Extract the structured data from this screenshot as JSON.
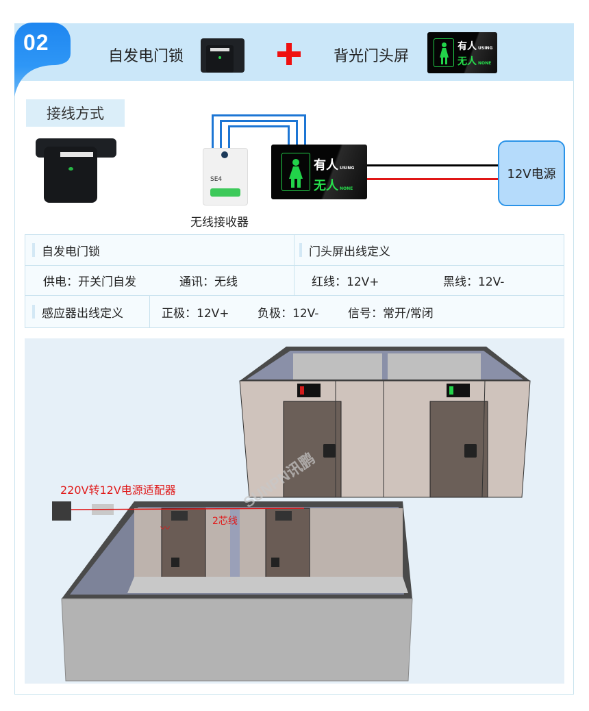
{
  "section": {
    "number": "02",
    "item_left": "自发电门锁",
    "item_right": "背光门头屏",
    "plus_symbol": "+"
  },
  "sign": {
    "using_cn": "有人",
    "using_en": "USING",
    "none_cn": "无人",
    "none_en": "NONE"
  },
  "wiring": {
    "tag": "接线方式",
    "receiver_label": "无线接收器",
    "receiver_model": "SE4",
    "power_label": "12V电源",
    "colors": {
      "signal_wire": "#1d76d4",
      "black_wire": "#000000",
      "red_wire": "#e01616"
    }
  },
  "spec_table": {
    "lock_header": "自发电门锁",
    "lock_power": "供电：开关门自发",
    "lock_comm": "通讯：无线",
    "screen_header": "门头屏出线定义",
    "screen_red": "红线：12V+",
    "screen_black": "黑线：12V-",
    "sensor_header": "感应器出线定义",
    "sensor_pos": "正极：12V+",
    "sensor_neg": "负极：12V-",
    "sensor_signal": "信号：常开/常闭"
  },
  "scene": {
    "adapter_label": "220V转12V电源适配器",
    "cable_label": "2芯线",
    "watermark": "SUNPN讯鹏"
  },
  "colors": {
    "banner_bg": "#cbe7f9",
    "tab_blue": "#1e86f0",
    "accent_red": "#ef1010",
    "sign_green": "#27e24d"
  }
}
